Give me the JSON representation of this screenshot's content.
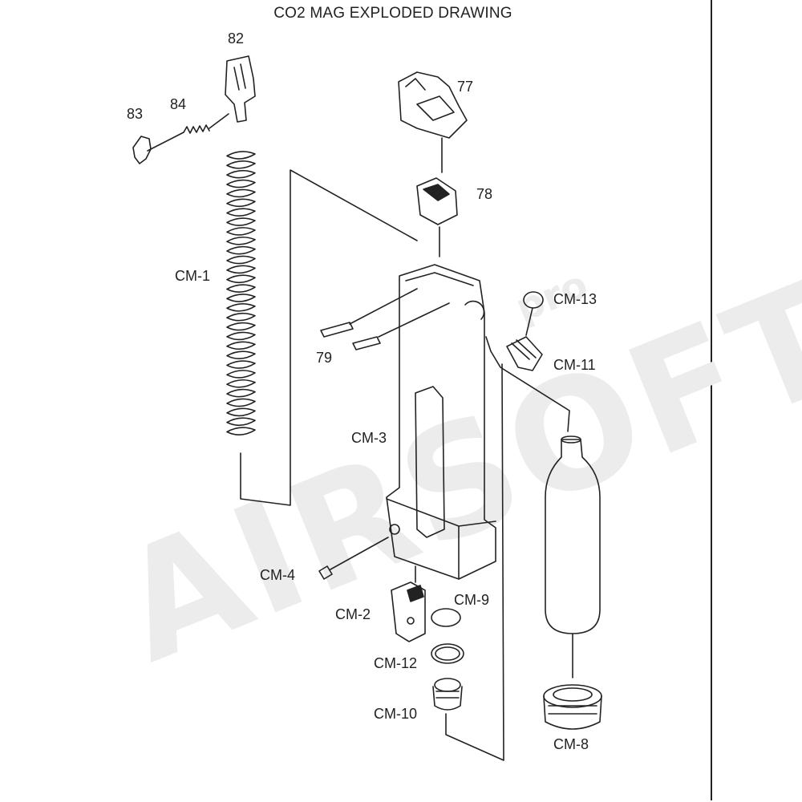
{
  "title": "CO2 MAG EXPLODED DRAWING",
  "watermark": {
    "text": "AIRSOFT",
    "subtext": "pro",
    "color": "#ececec"
  },
  "colors": {
    "ink": "#222222",
    "paper": "#ffffff"
  },
  "labels": {
    "p82": "82",
    "p83": "83",
    "p84": "84",
    "p77": "77",
    "p78": "78",
    "cm1": "CM-1",
    "cm13": "CM-13",
    "cm11": "CM-11",
    "p79": "79",
    "cm3": "CM-3",
    "cm4": "CM-4",
    "cm2": "CM-2",
    "cm9": "CM-9",
    "cm12": "CM-12",
    "cm10": "CM-10",
    "cm8": "CM-8"
  }
}
